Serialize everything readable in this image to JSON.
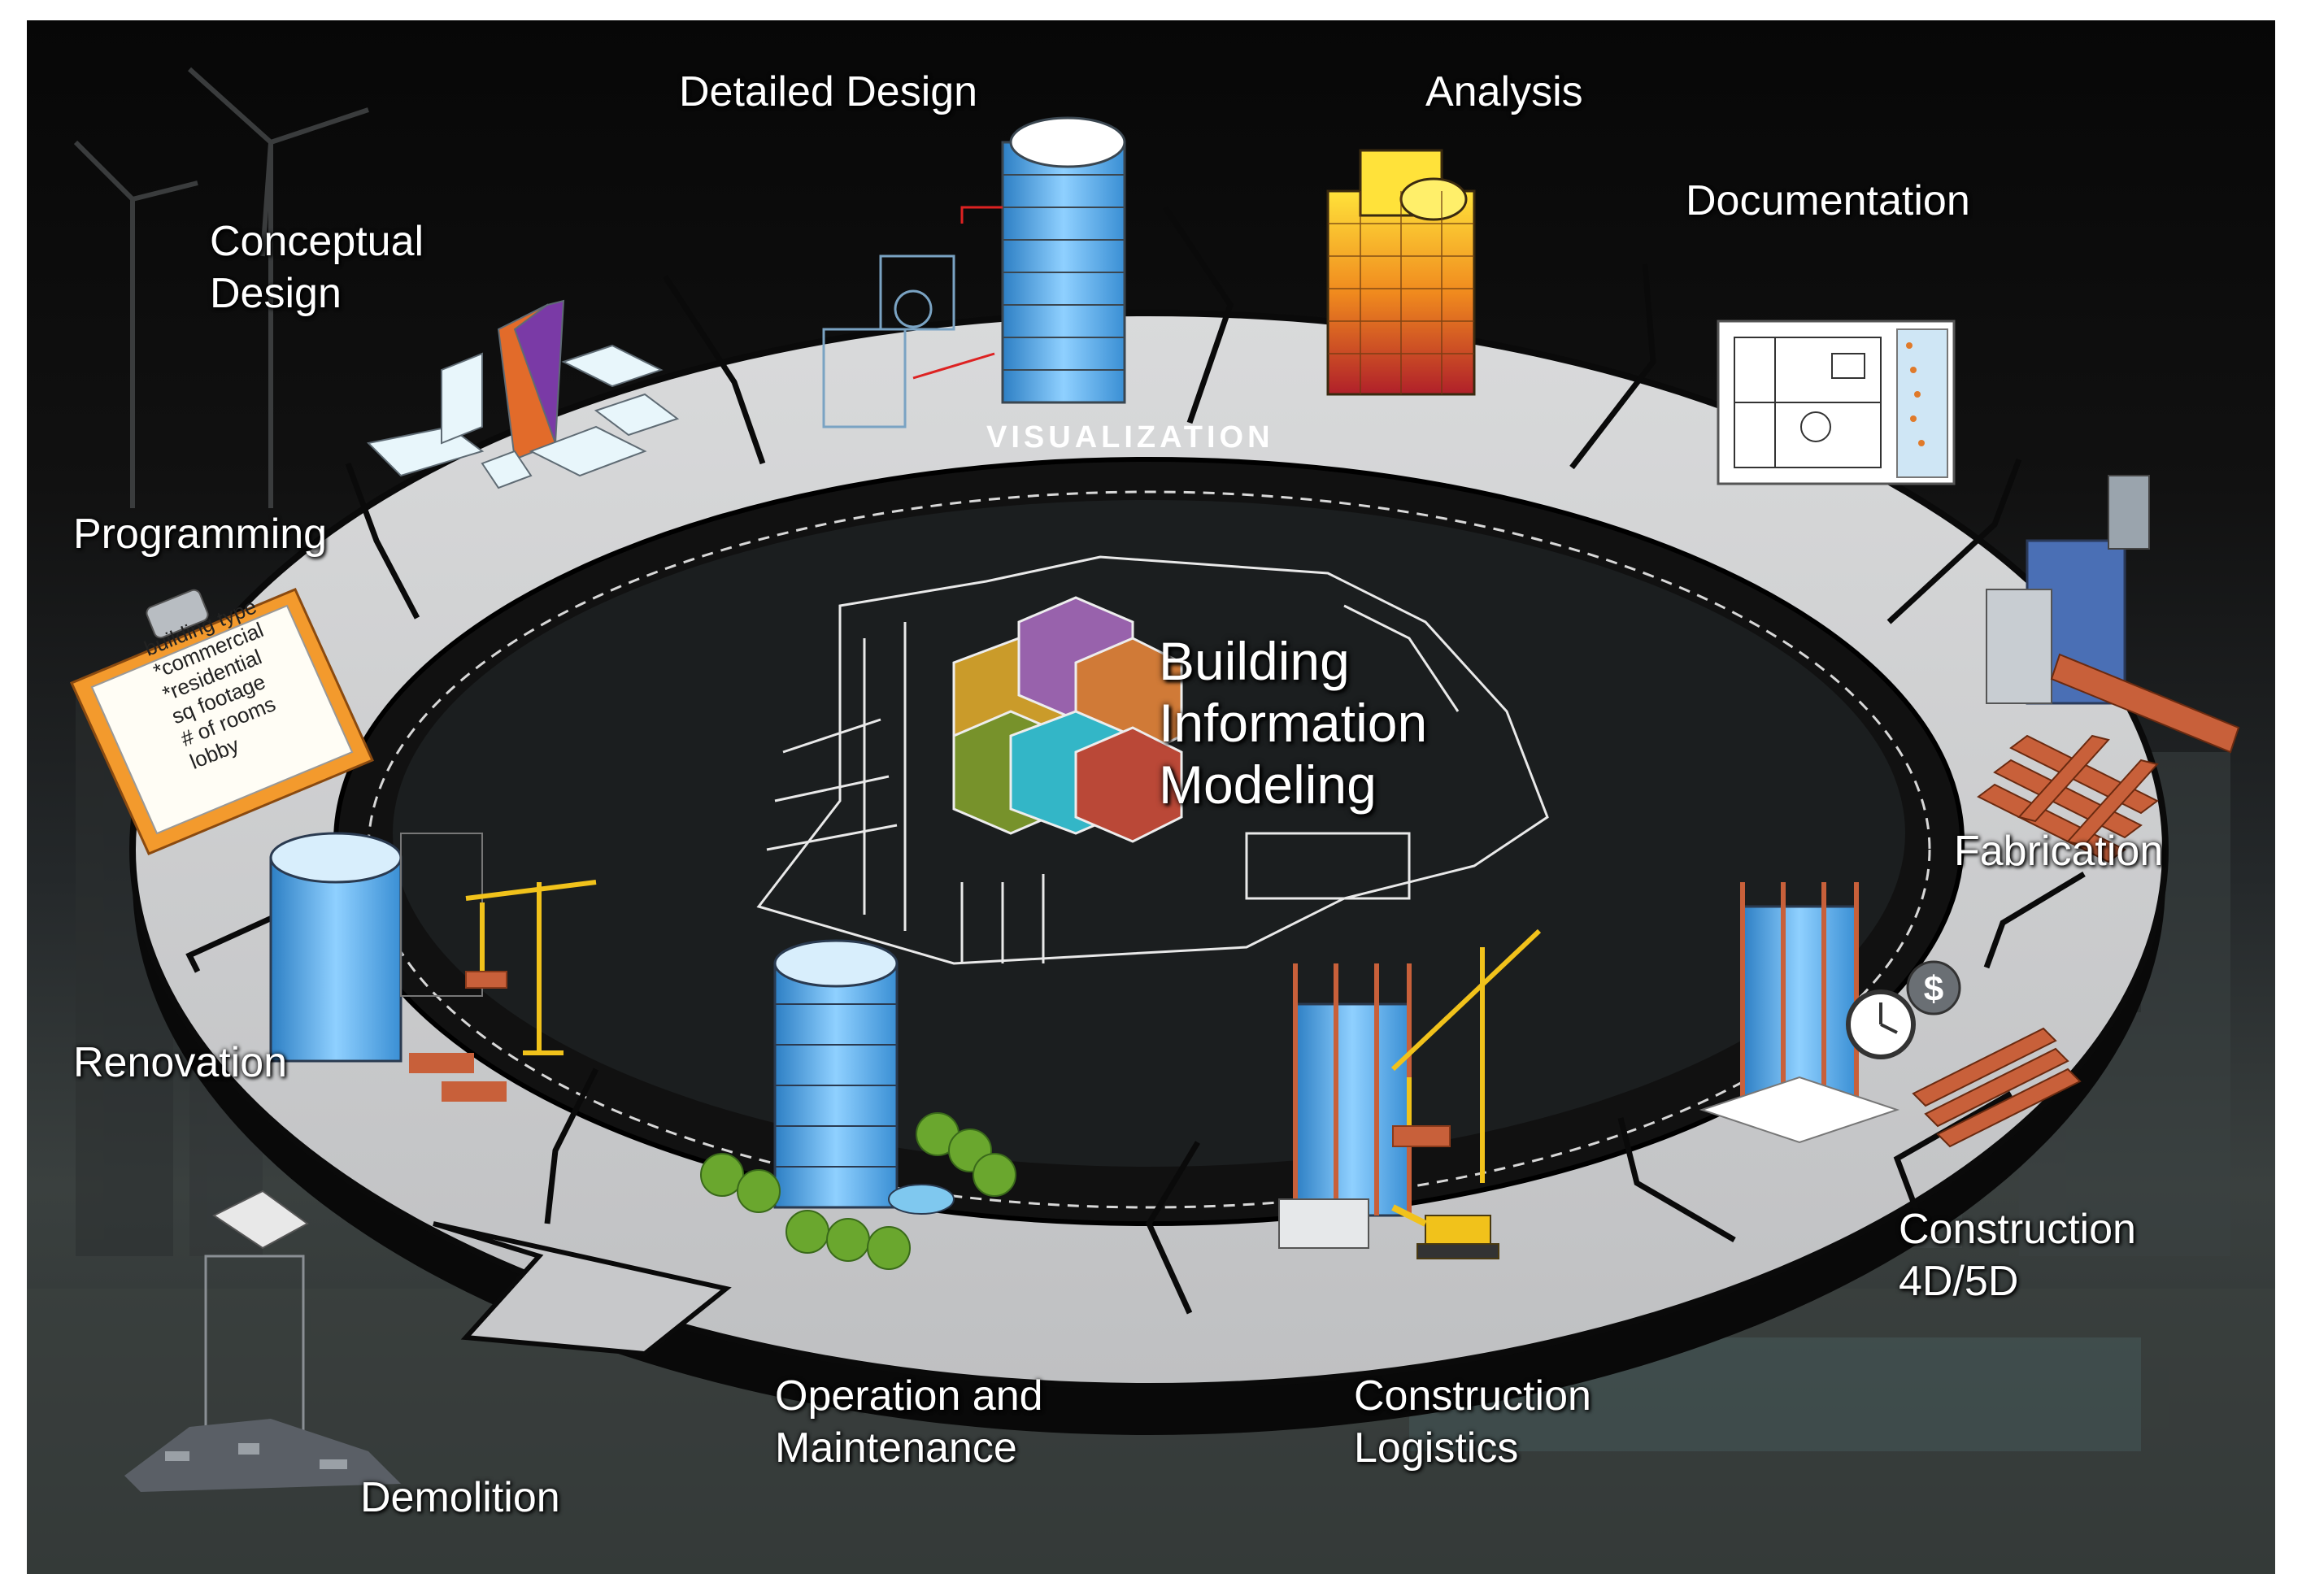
{
  "center": {
    "line1": "Building",
    "line2": "Information",
    "line3": "Modeling"
  },
  "ring_label": "VISUALIZATION",
  "stages": {
    "detailed_design": "Detailed Design",
    "analysis": "Analysis",
    "conceptual_design": {
      "line1": "Conceptual",
      "line2": "Design"
    },
    "documentation": "Documentation",
    "programming": "Programming",
    "fabrication": "Fabrication",
    "renovation": "Renovation",
    "construction_4d5d": {
      "line1": "Construction",
      "line2": "4D/5D"
    },
    "operation_maintenance": {
      "line1": "Operation and",
      "line2": "Maintenance"
    },
    "construction_logistics": {
      "line1": "Construction",
      "line2": "Logistics"
    },
    "demolition": "Demolition"
  },
  "clipboard_items": [
    "building type",
    "*commercial",
    "*residential",
    "sq footage",
    "# of rooms",
    "lobby"
  ],
  "colors": {
    "ring_surface": "#cfd0d1",
    "ring_edge": "#111111",
    "building_blue": "#5aa9e6",
    "crane_yellow": "#f1c21b",
    "heat_orange": "#e8731c",
    "clipboard_orange": "#f39a2d",
    "brick_red": "#c8603a",
    "tree_green": "#6aa72e"
  },
  "icons": {
    "clipboard": "clipboard-icon",
    "stopwatch": "stopwatch-icon",
    "dollar": "dollar-coin-icon",
    "crane": "tower-crane-icon",
    "excavator": "excavator-icon"
  }
}
